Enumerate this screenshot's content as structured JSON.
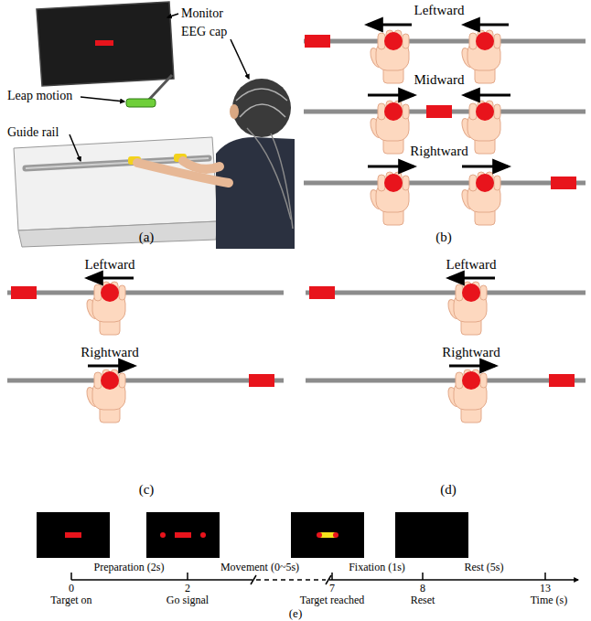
{
  "diagram": {
    "labels": [
      "Monitor",
      "EEG cap",
      "Leap motion",
      "Guide rail",
      "(a)",
      "Leftward",
      "Midward",
      "Rightward",
      "(b)",
      "Leftward",
      "Rightward",
      "(c)",
      "Leftward",
      "Rightward",
      "(d)",
      "Preparation (2s)",
      "Movement (0~5s)",
      "Fixation (1s)",
      "Rest (5s)",
      "0",
      "Target on",
      "2",
      "Go signal",
      "7",
      "Target reached",
      "8",
      "Reset",
      "13",
      "Time (s)",
      "(e)"
    ]
  }
}
